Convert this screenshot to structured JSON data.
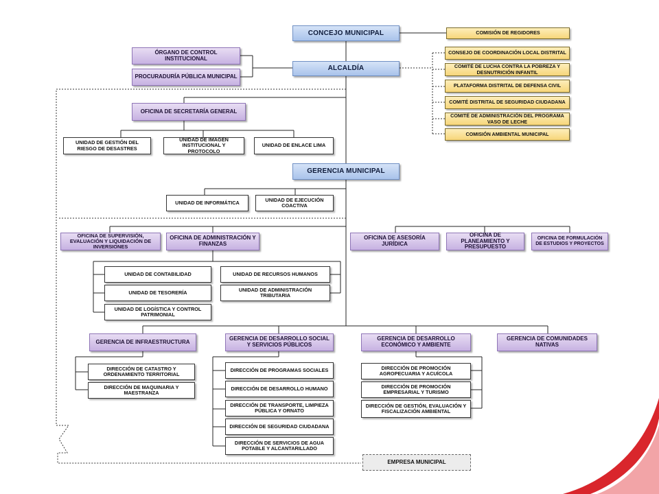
{
  "nodes": {
    "concejo": "CONCEJO MUNICIPAL",
    "comision_regidores": "COMISIÓN DE REGIDORES",
    "organo_control": "ÓRGANO DE CONTROL INSTITUCIONAL",
    "procuraduria": "PROCURADURÍA PÚBLICA MUNICIPAL",
    "alcaldia": "ALCALDÍA",
    "consejo_coordinacion": "CONSEJO DE COORDINACIÓN LOCAL DISTRITAL",
    "comite_pobreza": "COMITÉ DE LUCHA CONTRA LA POBREZA Y DESNUTRICIÓN INFANTIL",
    "plataforma_defensa": "PLATAFORMA DISTRITAL DE DEFENSA CIVIL",
    "comite_seguridad": "COMITÉ DISTRITAL DE SEGURIDAD CIUDADANA",
    "comite_vaso_leche": "COMITÉ DE ADMINISTRACIÓN DEL PROGRAMA VASO DE LECHE",
    "comision_ambiental": "COMISIÓN AMBIENTAL MUNICIPAL",
    "secretaria_general": "OFICINA DE SECRETARÍA GENERAL",
    "riesgo_desastres": "UNIDAD DE GESTIÓN DEL RIESGO DE DESASTRES",
    "imagen_institucional": "UNIDAD DE IMAGEN INSTITUCIONAL Y PROTOCOLO",
    "enlace_lima": "UNIDAD DE ENLACE LIMA",
    "gerencia_municipal": "GERENCIA MUNICIPAL",
    "informatica": "UNIDAD DE INFORMÁTICA",
    "ejecucion_coactiva": "UNIDAD DE EJECUCIÓN COACTIVA",
    "supervision": "OFICINA DE SUPERVISIÓN, EVALUACIÓN Y LIQUIDACIÓN DE INVERSIONES",
    "administracion_finanzas": "OFICINA DE ADMINISTRACIÓN Y FINANZAS",
    "asesoria_juridica": "OFICINA DE ASESORÍA JURÍDICA",
    "planeamiento": "OFICINA DE PLANEAMIENTO Y PRESUPUESTO",
    "formulacion_estudios": "OFICINA DE FORMULACIÓN DE ESTUDIOS Y PROYECTOS",
    "contabilidad": "UNIDAD DE CONTABILIDAD",
    "tesoreria": "UNIDAD DE TESORERÍA",
    "logistica": "UNIDAD DE LOGÍSTICA Y CONTROL PATRIMONIAL",
    "recursos_humanos": "UNIDAD DE RECURSOS HUMANOS",
    "administracion_tributaria": "UNIDAD DE ADMINISTRACIÓN TRIBUTARIA",
    "gerencia_infraestructura": "GERENCIA DE INFRAESTRUCTURA",
    "gerencia_desarrollo_social": "GERENCIA DE DESARROLLO SOCIAL Y SERVICIOS PÚBLICOS",
    "gerencia_desarrollo_economico": "GERENCIA DE DESARROLLO ECONÓMICO Y AMBIENTE",
    "gerencia_comunidades": "GERENCIA DE COMUNIDADES NATIVAS",
    "catastro": "DIRECCIÓN DE CATASTRO Y ORDENAMIENTO TERRITORIAL",
    "maquinaria": "DIRECCIÓN DE MAQUINARIA Y MAESTRANZA",
    "programas_sociales": "DIRECCIÓN DE PROGRAMAS SOCIALES",
    "desarrollo_humano": "DIRECCIÓN DE DESARROLLO HUMANO",
    "transporte": "DIRECCIÓN DE TRANSPORTE, LIMPIEZA PÚBLICA Y ORNATO",
    "seguridad_ciudadana": "DIRECCIÓN DE SEGURIDAD CIUDADANA",
    "agua_potable": "DIRECCIÓN DE SERVICIOS DE AGUA POTABLE Y ALCANTARILLADO",
    "promocion_agropecuaria": "DIRECCIÓN DE PROMOCIÓN AGROPECUARIA Y ACUÍCOLA",
    "promocion_empresarial": "DIRECCIÓN DE PROMOCIÓN EMPRESARIAL Y TURISMO",
    "gestion_ambiental": "DIRECCIÓN DE GESTIÓN, EVALUACIÓN Y FISCALIZACIÓN AMBIENTAL",
    "empresa_municipal": "EMPRESA MUNICIPAL"
  },
  "colors": {
    "blue": "#a9c3eb",
    "purple": "#c7b2e2",
    "yellow": "#f7d67a",
    "accent_red": "#d9262c"
  }
}
